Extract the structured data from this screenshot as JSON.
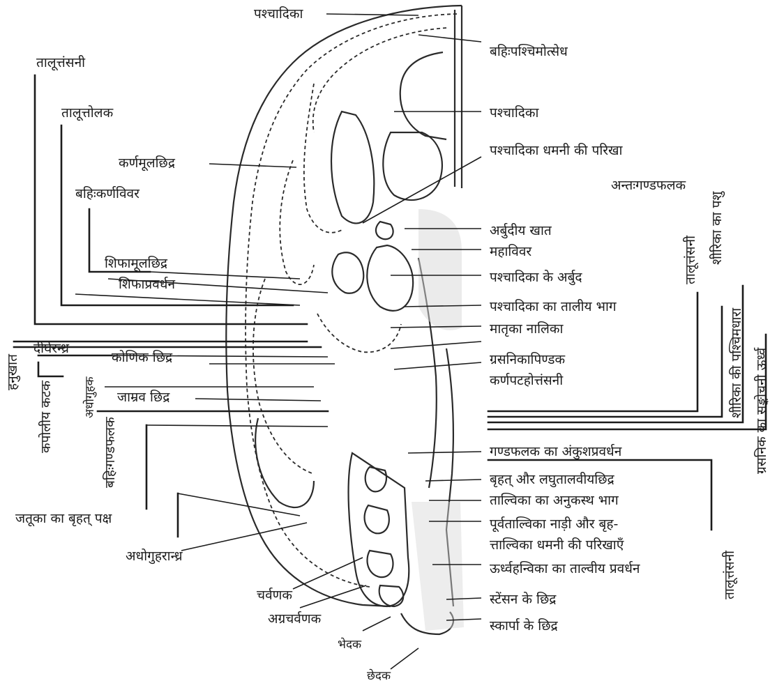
{
  "diagram": {
    "labels": {
      "top_pashchadika": "पश्चादिका",
      "bahih_pashchimotsedh": "बहिःपश्चिमोत्सेध",
      "pashchadika_mid": "पश्चादिका",
      "pashchadika_dhamani": "पश्चादिका धमनी की परिखा",
      "antah_gandphalak": "अन्तःगण्डफलक",
      "arbudiya_khaat": "अर्बुदीय खात",
      "mahavivar": "महाविवर",
      "pashchadika_arbud": "पश्चादिका के अर्बुद",
      "pashchadika_talu": "पश्चादिका का तालीय भाग",
      "matruka_nalika": "मातृका नालिका",
      "grasnika_pindak": "ग्रसनिकापिण्डक",
      "karnapatah": "कर्णपटहोत्तंसनी",
      "gandphalak_ankush": "गण्डफलक का अंकुशप्रवर्धन",
      "brihat_laghu": "बृहत् और लघुतालवीयछिद्र",
      "talvika_anukrasth": "ताल्विका का अनुकस्थ भाग",
      "purvatalvika_1": "पूर्वताल्विका नाड़ी और बृह-",
      "purvatalvika_2": "त्ताल्विका धमनी की परिखाएँ",
      "urdhvahanvika": "ऊर्ध्वहन्विका का ताल्वीय प्रवर्धन",
      "stensan": "स्टेंसन के छिद्र",
      "skarpa": "स्कार्पा के छिद्र",
      "taluttansani_top": "तालूत्तंसनी",
      "talutolak": "तालूत्तोलक",
      "karnamoolchhidra": "कर्णमूलछिद्र",
      "bahih_karnavivar": "बहिःकर्णविवर",
      "shiphamool": "शिफामूलछिद्र",
      "shiphapravardhan": "शिफाप्रवर्धन",
      "deergharandhra": "दीर्घरन्ध्र",
      "konik_chhidra": "कोणिक छिद्र",
      "jamrav_chhidra": "जाम्रव छिद्र",
      "jatruka": "जतूका का बृहत् पक्ष",
      "adhoguharandhra": "अधोगुहरान्ध्र",
      "charvanak": "चर्वणक",
      "agracharvanak": "अग्रचर्वणक",
      "bhedak": "भेदक",
      "chhedak": "छेदक",
      "hanukhat_v": "हनुखात",
      "kapoliya_v": "कपोलीय कटक",
      "adhoguhak_v": "अधोगुहक",
      "bahihgandphalak_v": "बहिःगण्डफलक",
      "taluttansani_r1": "तालूत्तंसनी",
      "shirika_pashu": "शीरिका का पशु",
      "shirika_pashchim": "शीरिका की पश्चिमधारा",
      "grasnik_sankochani": "ग्रसनिक का सङ्कोचनी ऊर्ध्व",
      "taluttansani_r2": "तालूत्तंसनी"
    }
  }
}
